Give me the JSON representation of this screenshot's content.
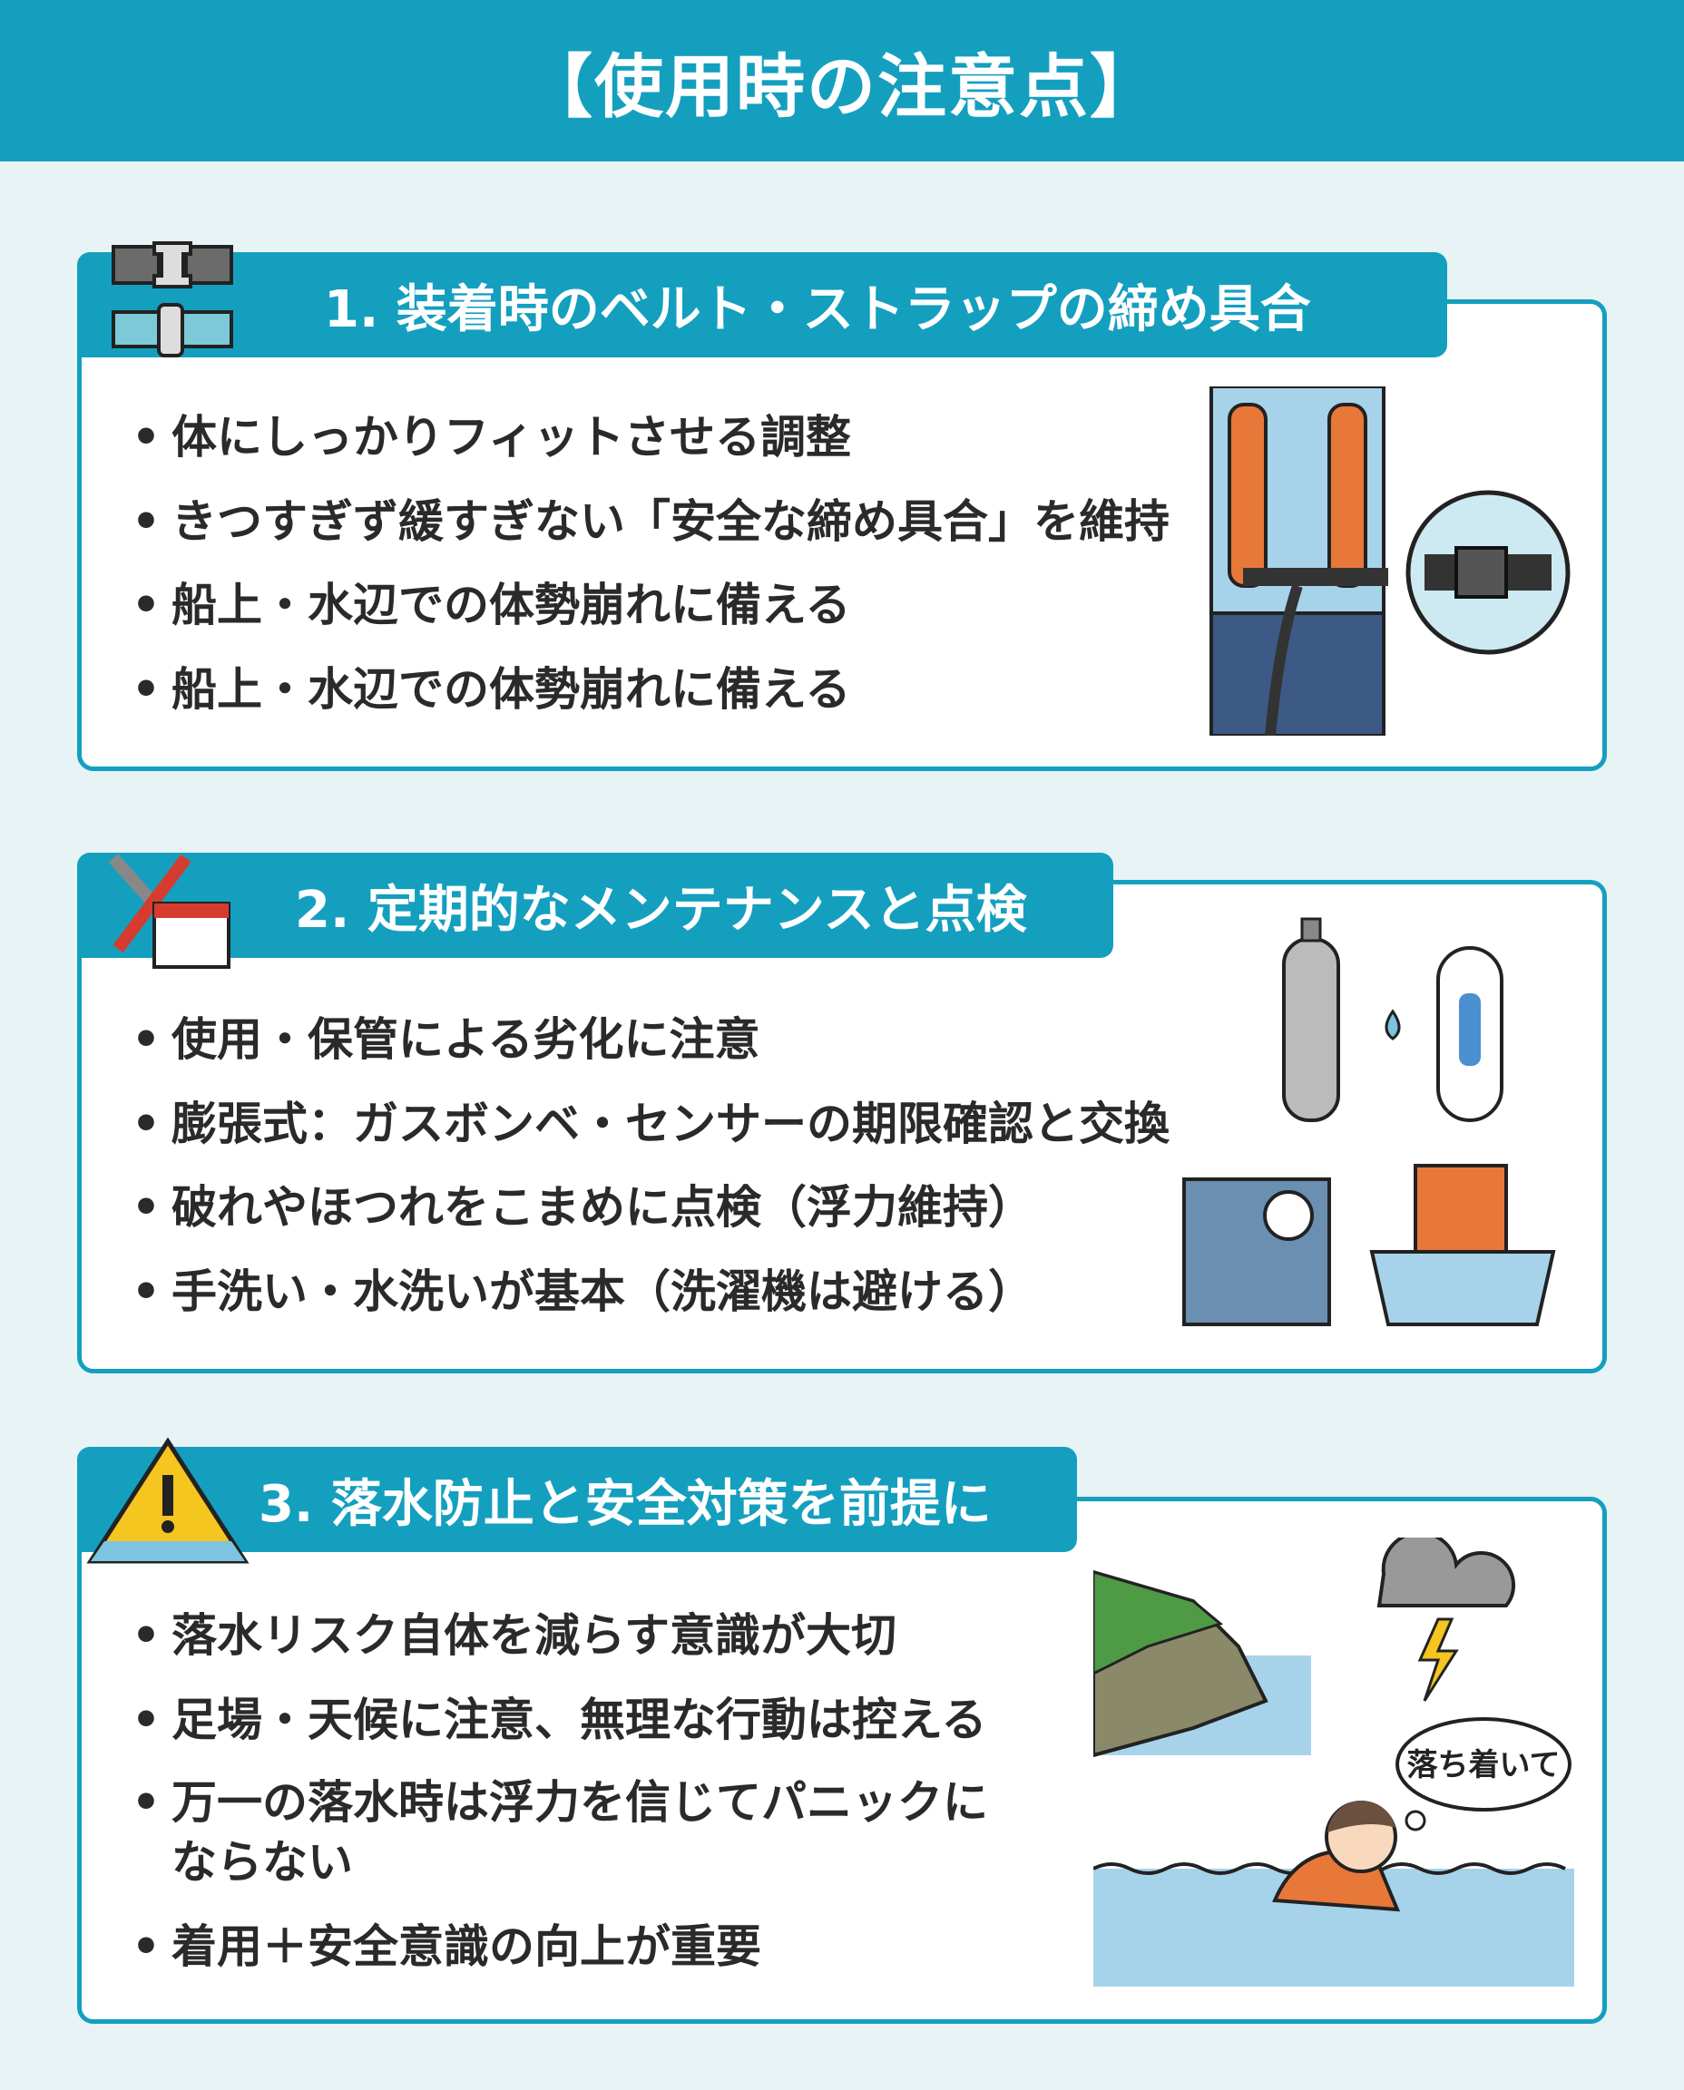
{
  "title": "【使用時の注意点】",
  "sections": [
    {
      "heading": "1. 装着時のベルト・ストラップの締め具合",
      "bullets": [
        "体にしっかりフィットさせる調整",
        "きつすぎず緩すぎない「安全な締め具合」を維持",
        "船上・水辺での体勢崩れに備える",
        "船上・水辺での体勢崩れに備える"
      ]
    },
    {
      "heading": "2. 定期的なメンテナンスと点検",
      "bullets": [
        "使用・保管による劣化に注意",
        "膨張式：ガスボンベ・センサーの期限確認と交換",
        "破れやほつれをこまめに点検（浮力維持）",
        "手洗い・水洗いが基本（洗濯機は避ける）"
      ]
    },
    {
      "heading": "3. 落水防止と安全対策を前提に",
      "bullets": [
        "落水リスク自体を減らす意識が大切",
        "足場・天候に注意、無理な行動は控える",
        "万一の落水時は浮力を信じてパニックに",
        "ならない",
        "着用＋安全意識の向上が重要"
      ],
      "speech_bubble": "落ち着いて"
    }
  ],
  "colors": {
    "accent": "#149fbf",
    "background": "#e8f3f6",
    "vest": "#e8783a"
  }
}
